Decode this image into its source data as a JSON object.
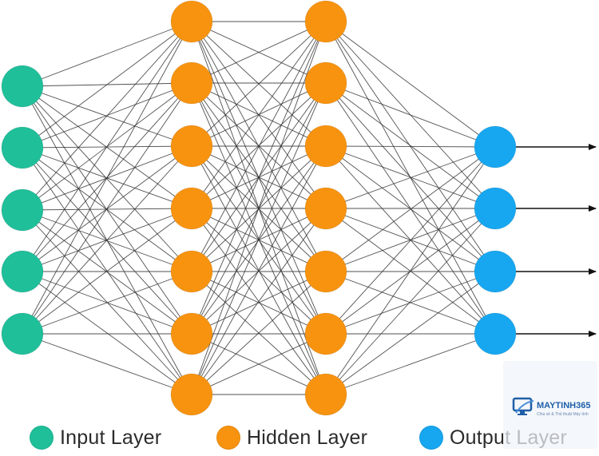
{
  "diagram": {
    "layers": [
      {
        "key": "input",
        "count": 5,
        "color": "#1fbf9a"
      },
      {
        "key": "hidden1",
        "count": 7,
        "color": "#f7930f"
      },
      {
        "key": "hidden2",
        "count": 7,
        "color": "#f7930f"
      },
      {
        "key": "output",
        "count": 4,
        "color": "#17a7f0"
      }
    ],
    "edge_color": "#333333",
    "arrow_color": "#111111"
  },
  "legend": {
    "items": [
      {
        "label": "Input Layer",
        "color": "#1fbf9a"
      },
      {
        "label": "Hidden Layer",
        "color": "#f7930f"
      },
      {
        "label": "Output Layer",
        "color": "#17a7f0"
      }
    ]
  },
  "watermark": {
    "brand": "MAYTINH365",
    "tagline": "Chia sẻ & Thủ thuật Máy tính"
  }
}
